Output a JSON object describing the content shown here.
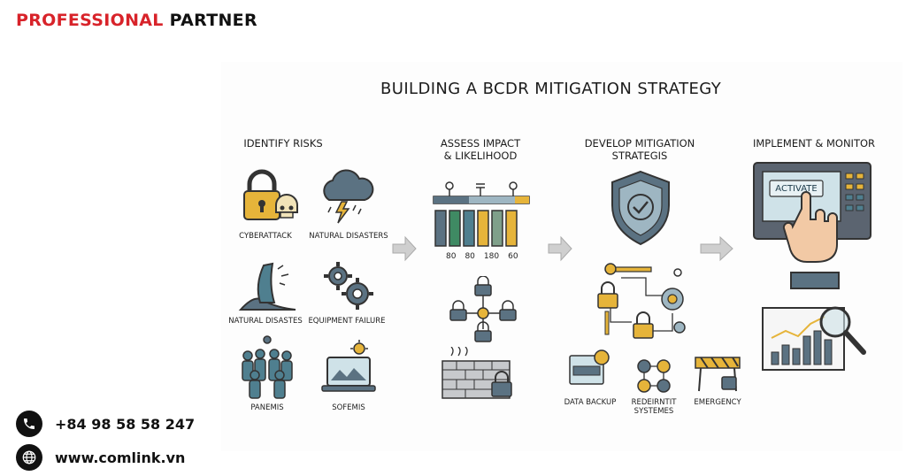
{
  "brand": {
    "part1": "PROFESSIONAL",
    "part2": "PARTNER"
  },
  "contact": {
    "phone": "+84 98 58 58 247",
    "website": "www.comlink.vn"
  },
  "infographic": {
    "title": "BUILDING A BCDR MITIGATION STRATEGY",
    "columns": [
      {
        "heading": "IDENTIFY RISKS"
      },
      {
        "heading_line1": "ASSESS IMPACT",
        "heading_line2": "& LIKELIHOOD"
      },
      {
        "heading_line1": "DEVELOP MITIGATION",
        "heading_line2": "STRATEGIS"
      },
      {
        "heading": "IMPLEMENT & MONITOR"
      }
    ],
    "risks": [
      "CYBERATTACK",
      "NATURAL DISASTERS",
      "NATURAL DISASTES",
      "EQUIPMENT FAILURE",
      "PANEMIS",
      "SOFEMIS"
    ],
    "impact_values": [
      "80",
      "80",
      "180",
      "60"
    ],
    "strategies": {
      "a": "DATA BACKUP",
      "b_line1": "REDEIRNTIT",
      "b_line2": "SYSTEMES",
      "c": "EMERGENCY"
    },
    "activate_label": "ACTIVATE",
    "colors": {
      "gold": "#e6b43a",
      "teal": "#4f7f8f",
      "slate": "#5b7282",
      "green": "#3f8a63"
    }
  }
}
